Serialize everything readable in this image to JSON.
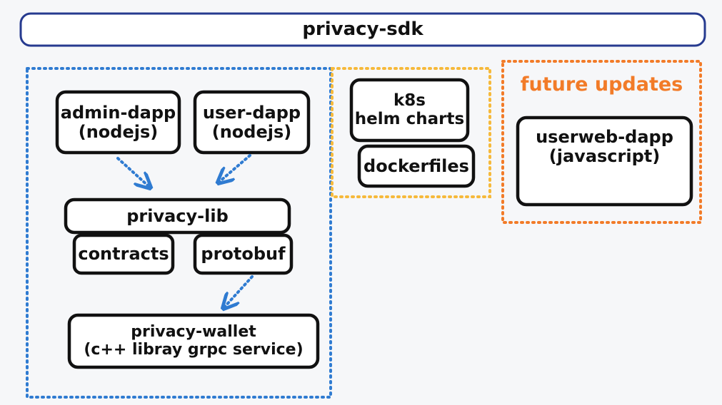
{
  "title": "privacy-sdk",
  "groups": {
    "future_updates_label": "future updates"
  },
  "boxes": {
    "admin_dapp": {
      "line1": "admin-dapp",
      "line2": "(nodejs)"
    },
    "user_dapp": {
      "line1": "user-dapp",
      "line2": "(nodejs)"
    },
    "privacy_lib": "privacy-lib",
    "contracts": "contracts",
    "protobuf": "protobuf",
    "privacy_wallet": {
      "line1": "privacy-wallet",
      "line2": "(c++ libray grpc service)"
    },
    "k8s": {
      "line1": "k8s",
      "line2": "helm charts"
    },
    "dockerfiles": "dockerfiles",
    "userweb_dapp": {
      "line1": "userweb-dapp",
      "line2": "(javascript)"
    }
  },
  "colors": {
    "background": "#f6f7f9",
    "title_bar": "#263a8f",
    "core_group": "#2f7bd1",
    "deploy_group": "#f6b93b",
    "future_group": "#f27b28",
    "box_stroke": "#111111",
    "arrow": "#2f7bd1"
  }
}
